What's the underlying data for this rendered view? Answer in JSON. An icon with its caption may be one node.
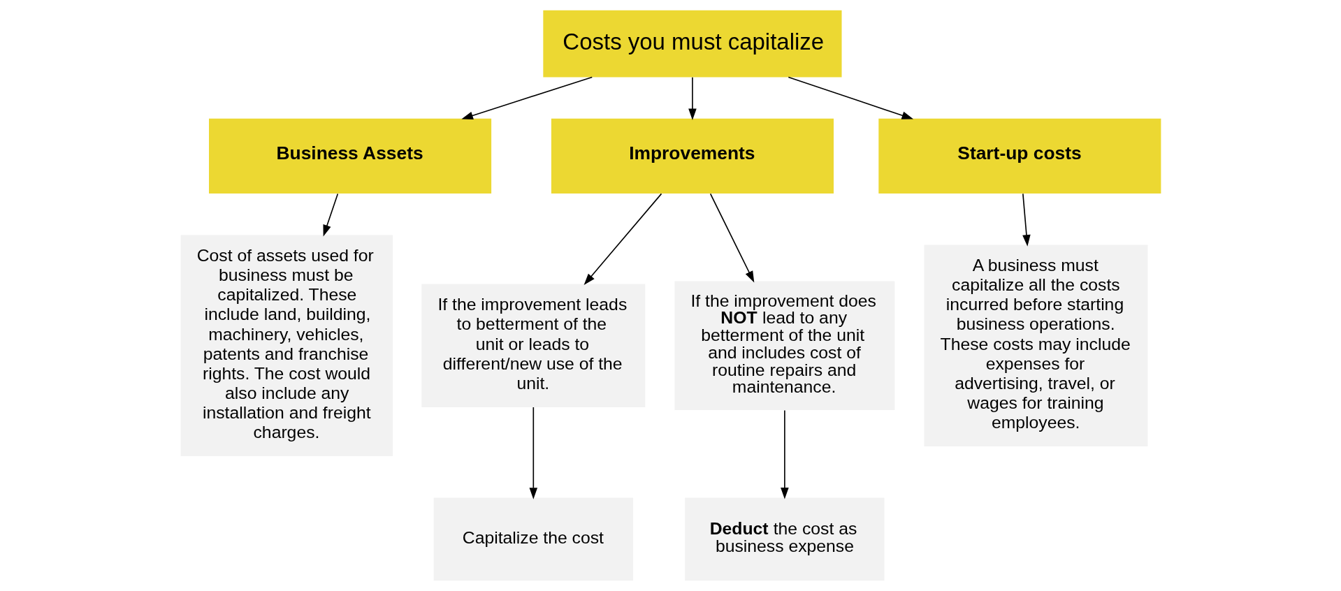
{
  "diagram": {
    "nodes": [
      {
        "text": [
          "Costs you must capitalize"
        ]
      },
      {
        "text": [
          "Business Assets"
        ]
      },
      {
        "text": [
          "Improvements"
        ]
      },
      {
        "text": [
          "Start-up costs"
        ]
      },
      {
        "text": [
          "Cost of assets used for business must be capitalized. These include land, building, machinery, vehicles, patents and franchise rights. The cost would also include any installation and freight charges."
        ]
      },
      {
        "text": [
          "If the improvement leads to betterment of the unit or leads to different/new use of the unit."
        ]
      },
      {
        "text": [
          "If the improvement does **NOT** lead to any betterment of the unit and includes cost of routine repairs and maintenance."
        ]
      },
      {
        "text": [
          "Capitalize the cost"
        ]
      },
      {
        "text": [
          "**Deduct** the cost as business expense"
        ]
      },
      {
        "text": [
          "A business must capitalize all the costs incurred before starting business operations. These costs may include expenses for advertising, travel, or wages for training employees."
        ]
      }
    ],
    "edges": [
      {
        "from": 0,
        "to": 1,
        "arrow": "to"
      },
      {
        "from": 0,
        "to": 2,
        "arrow": "to"
      },
      {
        "from": 0,
        "to": 3,
        "arrow": "to"
      },
      {
        "from": 1,
        "to": 4,
        "arrow": "to"
      },
      {
        "from": 2,
        "to": 5,
        "arrow": "to"
      },
      {
        "from": 2,
        "to": 6,
        "arrow": "to"
      },
      {
        "from": 3,
        "to": 9,
        "arrow": "to"
      },
      {
        "from": 5,
        "to": 7,
        "arrow": "to"
      },
      {
        "from": 6,
        "to": 8,
        "arrow": "to"
      }
    ]
  }
}
